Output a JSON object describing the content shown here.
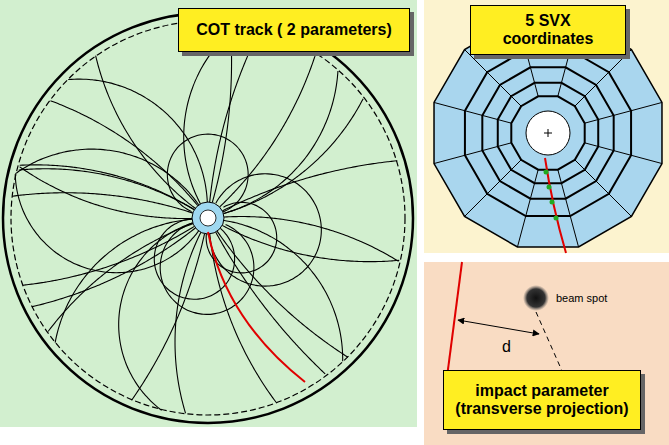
{
  "diagram": {
    "nodes": [
      {
        "text": [
          "COT track ( 2 parameters)"
        ]
      },
      {
        "text": [
          "5 SVX coordinates"
        ]
      },
      {
        "text": [
          "impact parameter (transverse projection)"
        ]
      }
    ],
    "labels": [
      "beam spot",
      "d"
    ]
  }
}
